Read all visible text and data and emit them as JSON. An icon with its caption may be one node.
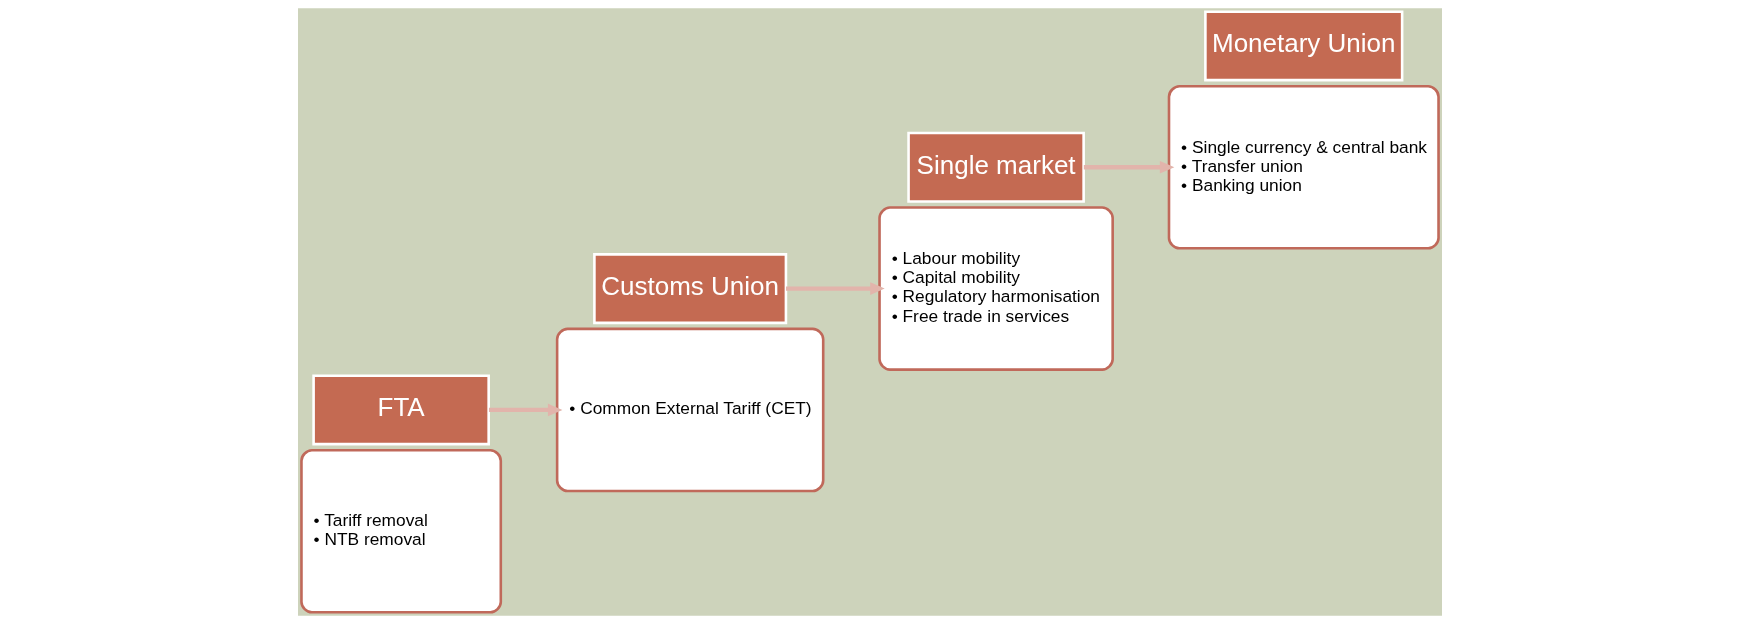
{
  "diagram": {
    "nodes": [
      {
        "text": [
          "• Tariff removal",
          "• NTB removal"
        ]
      },
      {
        "text": [
          "FTA"
        ]
      },
      {
        "text": [
          "• Common External Tariff (CET)"
        ]
      },
      {
        "text": [
          "Customs Union"
        ]
      },
      {
        "text": [
          "• Labour mobility",
          "• Capital mobility",
          "• Regulatory harmonisation",
          "• Free trade in services"
        ]
      },
      {
        "text": [
          "Single market"
        ]
      },
      {
        "text": [
          "• Single currency & central bank",
          "• Transfer union",
          "• Banking union"
        ]
      },
      {
        "text": [
          "Monetary Union"
        ]
      }
    ],
    "edges": [
      {
        "from": 1,
        "to": 2,
        "arrow": "to"
      },
      {
        "from": 3,
        "to": 4,
        "arrow": "to"
      },
      {
        "from": 5,
        "to": 6,
        "arrow": "to"
      }
    ]
  }
}
